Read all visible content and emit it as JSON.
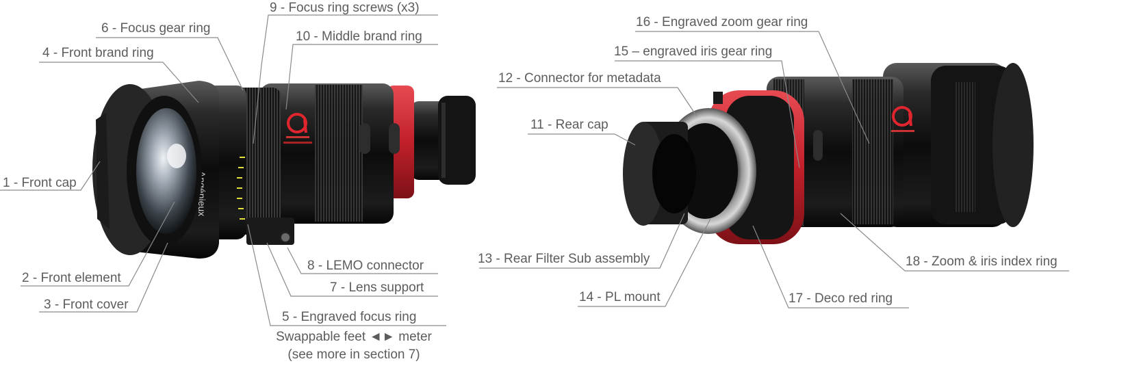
{
  "brand": {
    "mark_color": "#e0252f",
    "accent_red": "#c8242c",
    "engraving_yellow": "#e6e23a"
  },
  "lens_left": {
    "labels": [
      {
        "id": "l1",
        "text": "1 - Front cap"
      },
      {
        "id": "l2",
        "text": "2 - Front element"
      },
      {
        "id": "l3",
        "text": "3 - Front cover"
      },
      {
        "id": "l4",
        "text": "4 - Front brand ring"
      },
      {
        "id": "l5",
        "text": "5 - Engraved focus ring"
      },
      {
        "id": "l6",
        "text": "6 - Focus gear ring"
      },
      {
        "id": "l7",
        "text": "7 - Lens support"
      },
      {
        "id": "l8",
        "text": "8 - LEMO connector"
      },
      {
        "id": "l9",
        "text": "9 - Focus ring screws (x3)"
      },
      {
        "id": "l10",
        "text": "10 - Middle brand ring"
      }
    ],
    "note_line1": "Swappable feet ◄► meter",
    "note_line2": "(see more in section 7)"
  },
  "lens_right": {
    "labels": [
      {
        "id": "l11",
        "text": "11 - Rear cap"
      },
      {
        "id": "l12",
        "text": "12 - Connector for metadata"
      },
      {
        "id": "l13",
        "text": "13 - Rear Filter Sub assembly"
      },
      {
        "id": "l14",
        "text": "14 - PL mount"
      },
      {
        "id": "l15",
        "text": "15 – engraved iris gear ring"
      },
      {
        "id": "l16",
        "text": "16 - Engraved zoom gear ring"
      },
      {
        "id": "l17",
        "text": "17 - Deco red ring"
      },
      {
        "id": "l18",
        "text": "18 - Zoom & iris index ring"
      }
    ]
  }
}
